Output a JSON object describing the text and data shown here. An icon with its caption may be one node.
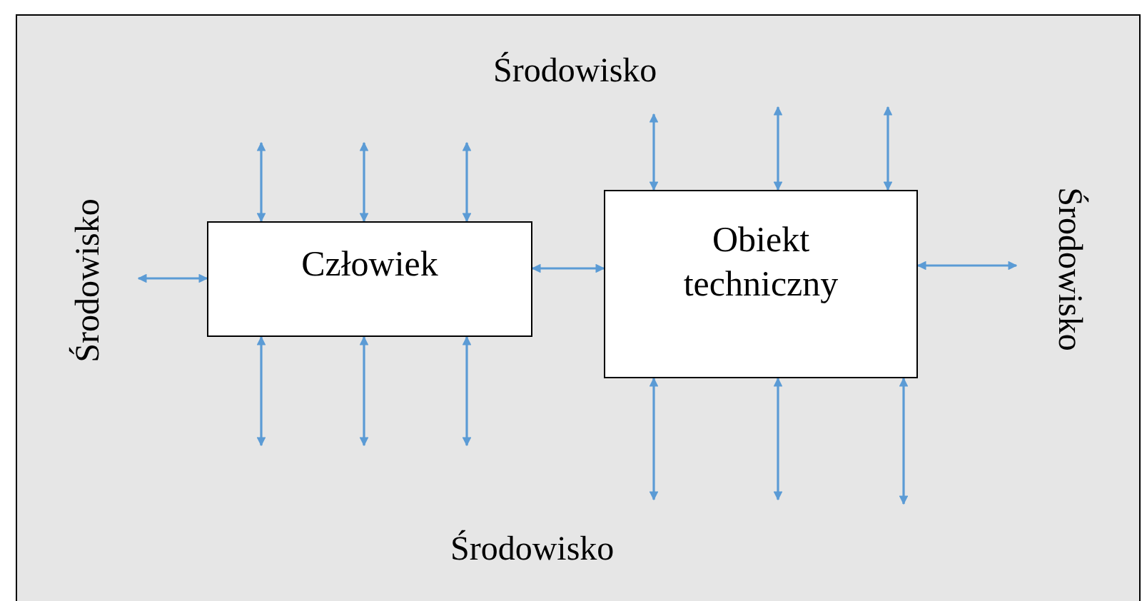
{
  "diagram": {
    "nodes": [
      {
        "text": [
          "Człowiek"
        ]
      },
      {
        "text": [
          "Obiekt techniczny"
        ]
      }
    ],
    "edges": [
      {
        "from": null,
        "to": 0,
        "arrow": "both"
      },
      {
        "from": null,
        "to": 0,
        "arrow": "both"
      },
      {
        "from": null,
        "to": 0,
        "arrow": "both"
      },
      {
        "from": null,
        "to": 0,
        "arrow": "both"
      },
      {
        "from": null,
        "to": 0,
        "arrow": "both"
      },
      {
        "from": null,
        "to": 0,
        "arrow": "both"
      },
      {
        "from": null,
        "to": 0,
        "arrow": "both"
      },
      {
        "from": 0,
        "to": 1,
        "arrow": "both"
      },
      {
        "from": null,
        "to": 1,
        "arrow": "both"
      },
      {
        "from": null,
        "to": 1,
        "arrow": "both"
      },
      {
        "from": null,
        "to": 1,
        "arrow": "both"
      },
      {
        "from": null,
        "to": 1,
        "arrow": "both"
      },
      {
        "from": null,
        "to": 1,
        "arrow": "both"
      },
      {
        "from": null,
        "to": 1,
        "arrow": "both"
      },
      {
        "from": null,
        "to": 1,
        "arrow": "both"
      }
    ],
    "labels": [
      "Środowisko",
      "Środowisko",
      "Środowisko",
      "Środowisko"
    ]
  }
}
